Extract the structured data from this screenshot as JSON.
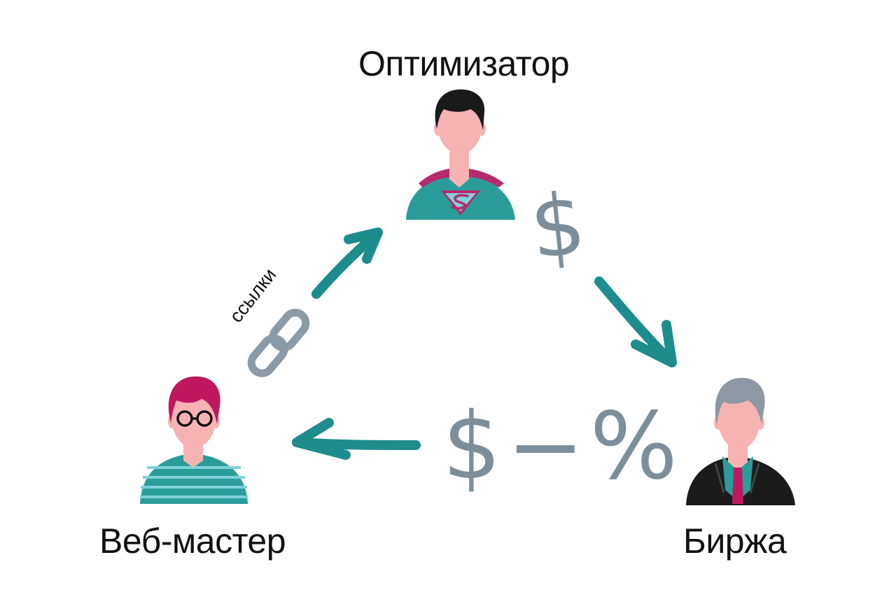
{
  "roles": {
    "optimizer": "Оптимизатор",
    "webmaster": "Веб-мастер",
    "exchange": "Биржа"
  },
  "flows": {
    "links": "ссылки",
    "payment": "$",
    "payment_minus_fee": "$−%"
  },
  "colors": {
    "arrow": "#1d8c8c",
    "money": "#7d8e9b",
    "chain": "#8a9aa6",
    "hair_optimizer": "#1a1a1a",
    "hair_webmaster": "#c0185e",
    "hair_exchange": "#8d98a4",
    "skin": "#f7b2b2",
    "shirt_teal": "#2a9d9a",
    "cape": "#b52b6b",
    "suit": "#1b1b1b",
    "tie": "#c0185e"
  }
}
